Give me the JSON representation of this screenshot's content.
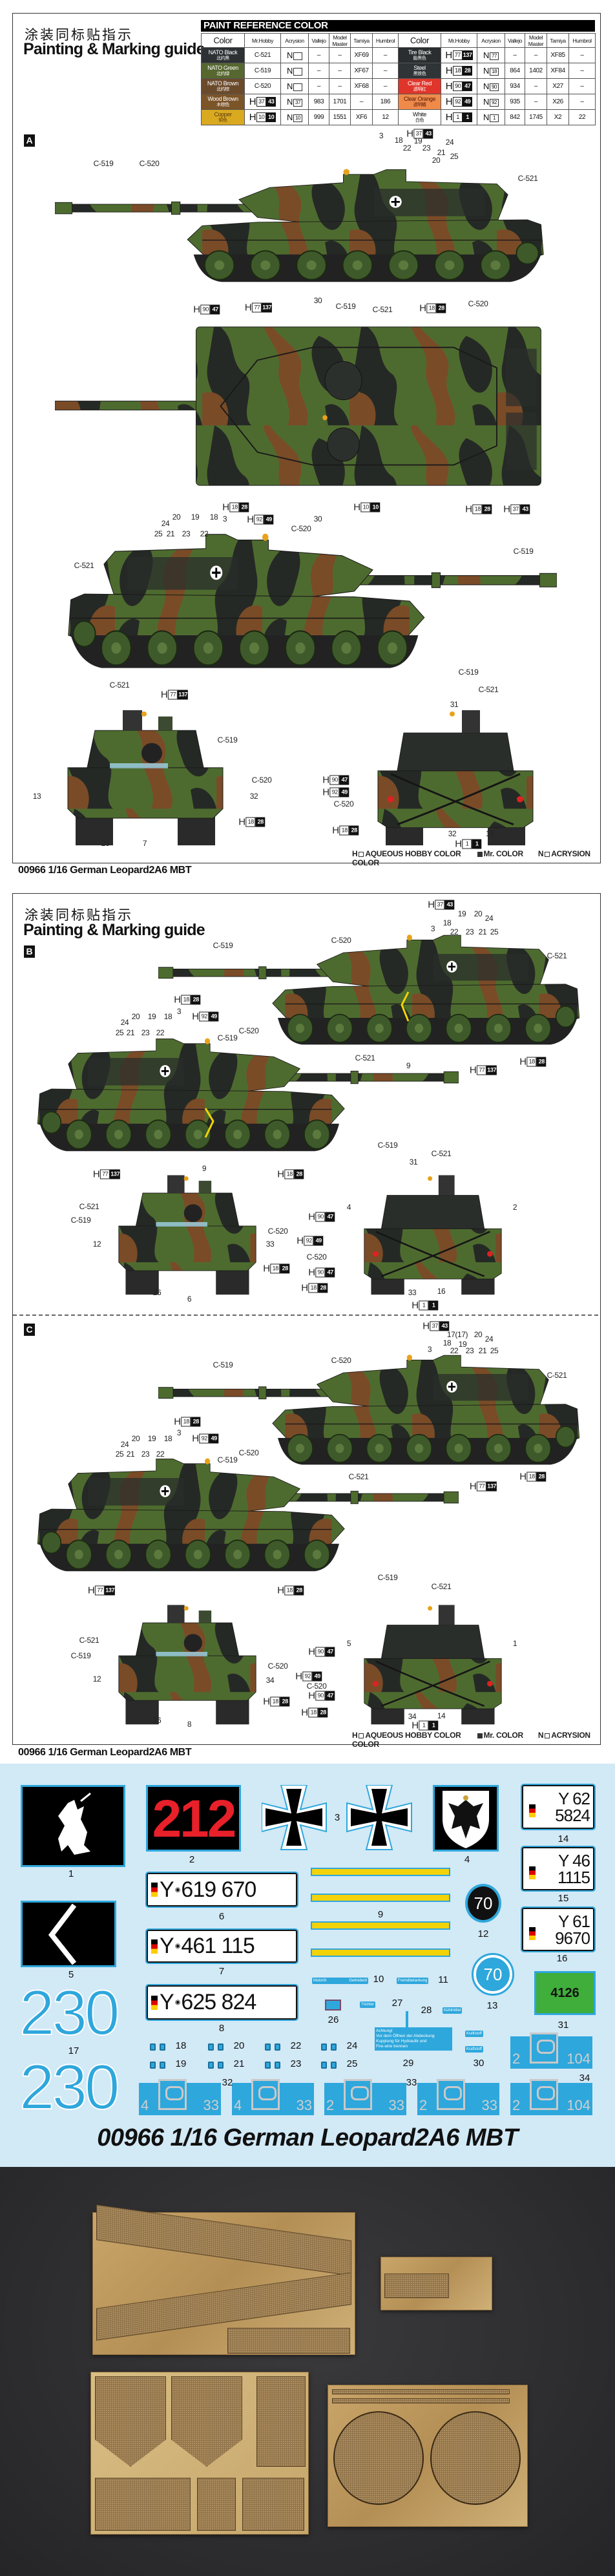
{
  "header": {
    "title_cn": "涂装同标贴指示",
    "title_en": "Painting & Marking guide"
  },
  "sections": {
    "a": "A",
    "b": "B",
    "c": "C"
  },
  "footer": "00966 1/16 German Leopard2A6 MBT",
  "legend": {
    "h_prefix": "H",
    "h": "AQUEOUS HOBBY COLOR",
    "mr": "Mr. COLOR",
    "n_prefix": "N",
    "n": "ACRYSION COLOR"
  },
  "paint": {
    "title": "PAINT  REFERENCE COLOR",
    "headers": [
      "Color",
      "Mr.Hobby",
      "Acrysion",
      "Vallejo",
      "Model Master",
      "Tamiya",
      "Humbrol"
    ],
    "rows": [
      [
        {
          "name": "NATO Black",
          "cn": "北约黑",
          "bg": "#2d3133",
          "fg": "#ffffff",
          "mrhobby": "C-521",
          "acrysion": {
            "p": "N",
            "a": ""
          },
          "vallejo": "–",
          "mm": "–",
          "tamiya": "XF69",
          "humbrol": "–"
        },
        {
          "name": "Tire Black",
          "cn": "胎黑色",
          "bg": "#2a2e30",
          "fg": "#ffffff",
          "mrhobby": {
            "p": "H",
            "a": "77",
            "b": "137"
          },
          "acrysion": {
            "p": "N",
            "a": "77"
          },
          "vallejo": "–",
          "mm": "–",
          "tamiya": "XF85",
          "humbrol": "–"
        }
      ],
      [
        {
          "name": "NATO Green",
          "cn": "北约绿",
          "bg": "#56672f",
          "fg": "#ffffff",
          "mrhobby": "C-519",
          "acrysion": {
            "p": "N",
            "a": ""
          },
          "vallejo": "–",
          "mm": "–",
          "tamiya": "XF67",
          "humbrol": "–"
        },
        {
          "name": "Steel",
          "cn": "黑铁色",
          "bg": "#2f3436",
          "fg": "#ffffff",
          "mrhobby": {
            "p": "H",
            "a": "18",
            "b": "28"
          },
          "acrysion": {
            "p": "N",
            "a": "18"
          },
          "vallejo": "864",
          "mm": "1402",
          "tamiya": "XF84",
          "humbrol": "–"
        }
      ],
      [
        {
          "name": "NATO Brown",
          "cn": "北约棕",
          "bg": "#6b4a2c",
          "fg": "#ffffff",
          "mrhobby": "C-520",
          "acrysion": {
            "p": "N",
            "a": ""
          },
          "vallejo": "–",
          "mm": "–",
          "tamiya": "XF68",
          "humbrol": "–"
        },
        {
          "name": "Clear Red",
          "cn": "透明红",
          "bg": "#e0352b",
          "fg": "#ffffff",
          "mrhobby": {
            "p": "H",
            "a": "90",
            "b": "47"
          },
          "acrysion": {
            "p": "N",
            "a": "90"
          },
          "vallejo": "934",
          "mm": "–",
          "tamiya": "X27",
          "humbrol": "–"
        }
      ],
      [
        {
          "name": "Wood Brown",
          "cn": "木棕色",
          "bg": "#7b5428",
          "fg": "#ffffff",
          "mrhobby": {
            "p": "H",
            "a": "37",
            "b": "43"
          },
          "acrysion": {
            "p": "N",
            "a": "37"
          },
          "vallejo": "983",
          "mm": "1701",
          "tamiya": "–",
          "humbrol": "186"
        },
        {
          "name": "Clear Orange",
          "cn": "透明橘",
          "bg": "#ef8a4a",
          "fg": "#5a1a0a",
          "mrhobby": {
            "p": "H",
            "a": "92",
            "b": "49"
          },
          "acrysion": {
            "p": "N",
            "a": "92"
          },
          "vallejo": "935",
          "mm": "–",
          "tamiya": "X26",
          "humbrol": "–"
        }
      ],
      [
        {
          "name": "Copper",
          "cn": "铜色",
          "bg": "#d9a920",
          "fg": "#5a3a10",
          "mrhobby": {
            "p": "H",
            "a": "10",
            "b": "10"
          },
          "acrysion": {
            "p": "N",
            "a": "10"
          },
          "vallejo": "999",
          "mm": "1551",
          "tamiya": "XF6",
          "humbrol": "12"
        },
        {
          "name": "White",
          "cn": "白色",
          "bg": "#ffffff",
          "fg": "#111111",
          "mrhobby": {
            "p": "H",
            "a": "1",
            "b": "1"
          },
          "acrysion": {
            "p": "N",
            "a": "1"
          },
          "vallejo": "842",
          "mm": "1745",
          "tamiya": "X2",
          "humbrol": "22"
        }
      ]
    ]
  },
  "camo_colors": {
    "green": "#4e6b2f",
    "brown": "#7a4b27",
    "black": "#252925"
  },
  "callouts": {
    "a_side1": [
      "C-519",
      "C-520",
      "C-521",
      "3",
      {
        "p": "H",
        "a": "37",
        "b": "43"
      },
      "18",
      "22",
      "19",
      "23",
      "24",
      "21",
      "20",
      "25",
      {
        "p": "H",
        "a": "77",
        "b": "137"
      },
      {
        "p": "H",
        "a": "18",
        "b": "28"
      }
    ],
    "a_top": [
      {
        "p": "H",
        "a": "90",
        "b": "47"
      },
      "30",
      "C-519",
      "C-521",
      "C-520",
      "30",
      {
        "p": "H",
        "a": "10",
        "b": "10"
      },
      {
        "p": "H",
        "a": "18",
        "b": "28"
      },
      {
        "p": "H",
        "a": "37",
        "b": "43"
      }
    ],
    "a_side2": [
      {
        "p": "H",
        "a": "18",
        "b": "28"
      },
      {
        "p": "H",
        "a": "92",
        "b": "49"
      },
      "20",
      "19",
      "18",
      "3",
      "24",
      "25",
      "21",
      "23",
      "22",
      "C-520",
      "C-519",
      "C-521",
      {
        "p": "H",
        "a": "77",
        "b": "137"
      }
    ],
    "a_front": [
      "C-521",
      "C-519",
      "13",
      "C-520",
      "32",
      {
        "p": "H",
        "a": "18",
        "b": "28"
      },
      "26",
      "7"
    ],
    "a_rear": [
      "C-519",
      "C-521",
      "31",
      {
        "p": "H",
        "a": "90",
        "b": "47"
      },
      {
        "p": "H",
        "a": "92",
        "b": "49"
      },
      "C-520",
      {
        "p": "H",
        "a": "18",
        "b": "28"
      },
      "32",
      "15",
      {
        "p": "H",
        "a": "1",
        "b": "1"
      }
    ],
    "b_side1": [
      "C-519",
      "C-520",
      "C-521",
      "3",
      {
        "p": "H",
        "a": "37",
        "b": "43"
      },
      "19",
      "20",
      "24",
      "18",
      "22",
      "23",
      "21",
      "25",
      "9",
      {
        "p": "H",
        "a": "77",
        "b": "137"
      },
      {
        "p": "H",
        "a": "18",
        "b": "28"
      }
    ],
    "b_side2": [
      {
        "p": "H",
        "a": "18",
        "b": "28"
      },
      "3",
      "20",
      "19",
      "18",
      {
        "p": "H",
        "a": "92",
        "b": "49"
      },
      "24",
      "25",
      "21",
      "23",
      "22",
      "C-520",
      "C-519",
      "C-521",
      "9",
      {
        "p": "H",
        "a": "77",
        "b": "137"
      },
      {
        "p": "H",
        "a": "18",
        "b": "28"
      }
    ],
    "b_front": [
      "C-521",
      "C-519",
      "C-520",
      "12",
      "33",
      {
        "p": "H",
        "a": "18",
        "b": "28"
      },
      "26",
      "6"
    ],
    "b_rear": [
      "C-519",
      "C-521",
      "31",
      "4",
      "2",
      {
        "p": "H",
        "a": "90",
        "b": "47"
      },
      {
        "p": "H",
        "a": "92",
        "b": "49"
      },
      "C-520",
      {
        "p": "H",
        "a": "90",
        "b": "47"
      },
      {
        "p": "H",
        "a": "18",
        "b": "28"
      },
      "33",
      "16",
      {
        "p": "H",
        "a": "1",
        "b": "1"
      }
    ],
    "c_side1": [
      {
        "p": "H",
        "a": "37",
        "b": "43"
      },
      "17(17)",
      "20",
      "24",
      "18",
      "19",
      "3",
      "22",
      "23",
      "21",
      "25",
      "C-520",
      "C-519",
      "C-521",
      {
        "p": "H",
        "a": "77",
        "b": "137"
      },
      {
        "p": "H",
        "a": "18",
        "b": "28"
      }
    ],
    "c_side2": [
      {
        "p": "H",
        "a": "18",
        "b": "28"
      },
      {
        "p": "H",
        "a": "92",
        "b": "49"
      },
      "3",
      "20",
      "19",
      "18",
      "24",
      "25",
      "21",
      "23",
      "22",
      "C-519",
      "C-520",
      "C-521",
      {
        "p": "H",
        "a": "77",
        "b": "137"
      },
      {
        "p": "H",
        "a": "18",
        "b": "28"
      }
    ],
    "c_front": [
      "C-521",
      "C-519",
      "C-520",
      "12",
      "34",
      {
        "p": "H",
        "a": "18",
        "b": "28"
      },
      "26",
      "8"
    ],
    "c_rear": [
      "C-519",
      "C-521",
      "5",
      "1",
      {
        "p": "H",
        "a": "90",
        "b": "47"
      },
      {
        "p": "H",
        "a": "92",
        "b": "49"
      },
      "C-520",
      {
        "p": "H",
        "a": "90",
        "b": "47"
      },
      {
        "p": "H",
        "a": "18",
        "b": "28"
      },
      "34",
      "14",
      {
        "p": "H",
        "a": "1",
        "b": "1"
      }
    ]
  },
  "decals": {
    "d1": "1",
    "d2": "2",
    "d2_text": "212",
    "d3": "3",
    "d4": "4",
    "d5": "5",
    "plate6": {
      "y": "Y",
      "num": "619 670",
      "label": "6"
    },
    "plate7": {
      "y": "Y",
      "num": "461 115",
      "label": "7"
    },
    "plate8": {
      "y": "Y",
      "num": "625 824",
      "label": "8"
    },
    "d9": "9",
    "d10_a": "Motoröl",
    "d10_b": "Getriebeöl",
    "d10": "10",
    "d11_text": "Fremdbetankung",
    "d11": "11",
    "d12_text": "70",
    "d12": "12",
    "d13_text": "70",
    "d13": "13",
    "plate14": {
      "l1": "Y 62",
      "l2": "5824",
      "label": "14"
    },
    "plate15": {
      "l1": "Y 46",
      "l2": "1115",
      "label": "15"
    },
    "plate16": {
      "l1": "Y 61",
      "l2": "9670",
      "label": "16"
    },
    "d17_text": "230",
    "d17": "17",
    "dots": [
      "18",
      "19",
      "20",
      "21",
      "22",
      "23",
      "24",
      "25"
    ],
    "d26": "26",
    "d27_text": "Trichter",
    "d27": "27",
    "d28_text": "Kühlmittel",
    "d28": "28",
    "d29_lines": [
      "Achtung!",
      "Vor dem Öffnen der Abdeckung",
      "Kupplung für Hydraulik und",
      "Fire-wire trennen"
    ],
    "d29": "29",
    "d30_text": "Kraftstoff",
    "d30": "30",
    "d31_text": "4126",
    "d31": "31",
    "d32_left": "4",
    "d32_right": "33",
    "d32": "32",
    "d33_left": "2",
    "d33_right": "33",
    "d33": "33",
    "d34_left": "2",
    "d34_right": "104",
    "d34": "34",
    "sheet_title": "00966 1/16 German Leopard2A6 MBT"
  }
}
